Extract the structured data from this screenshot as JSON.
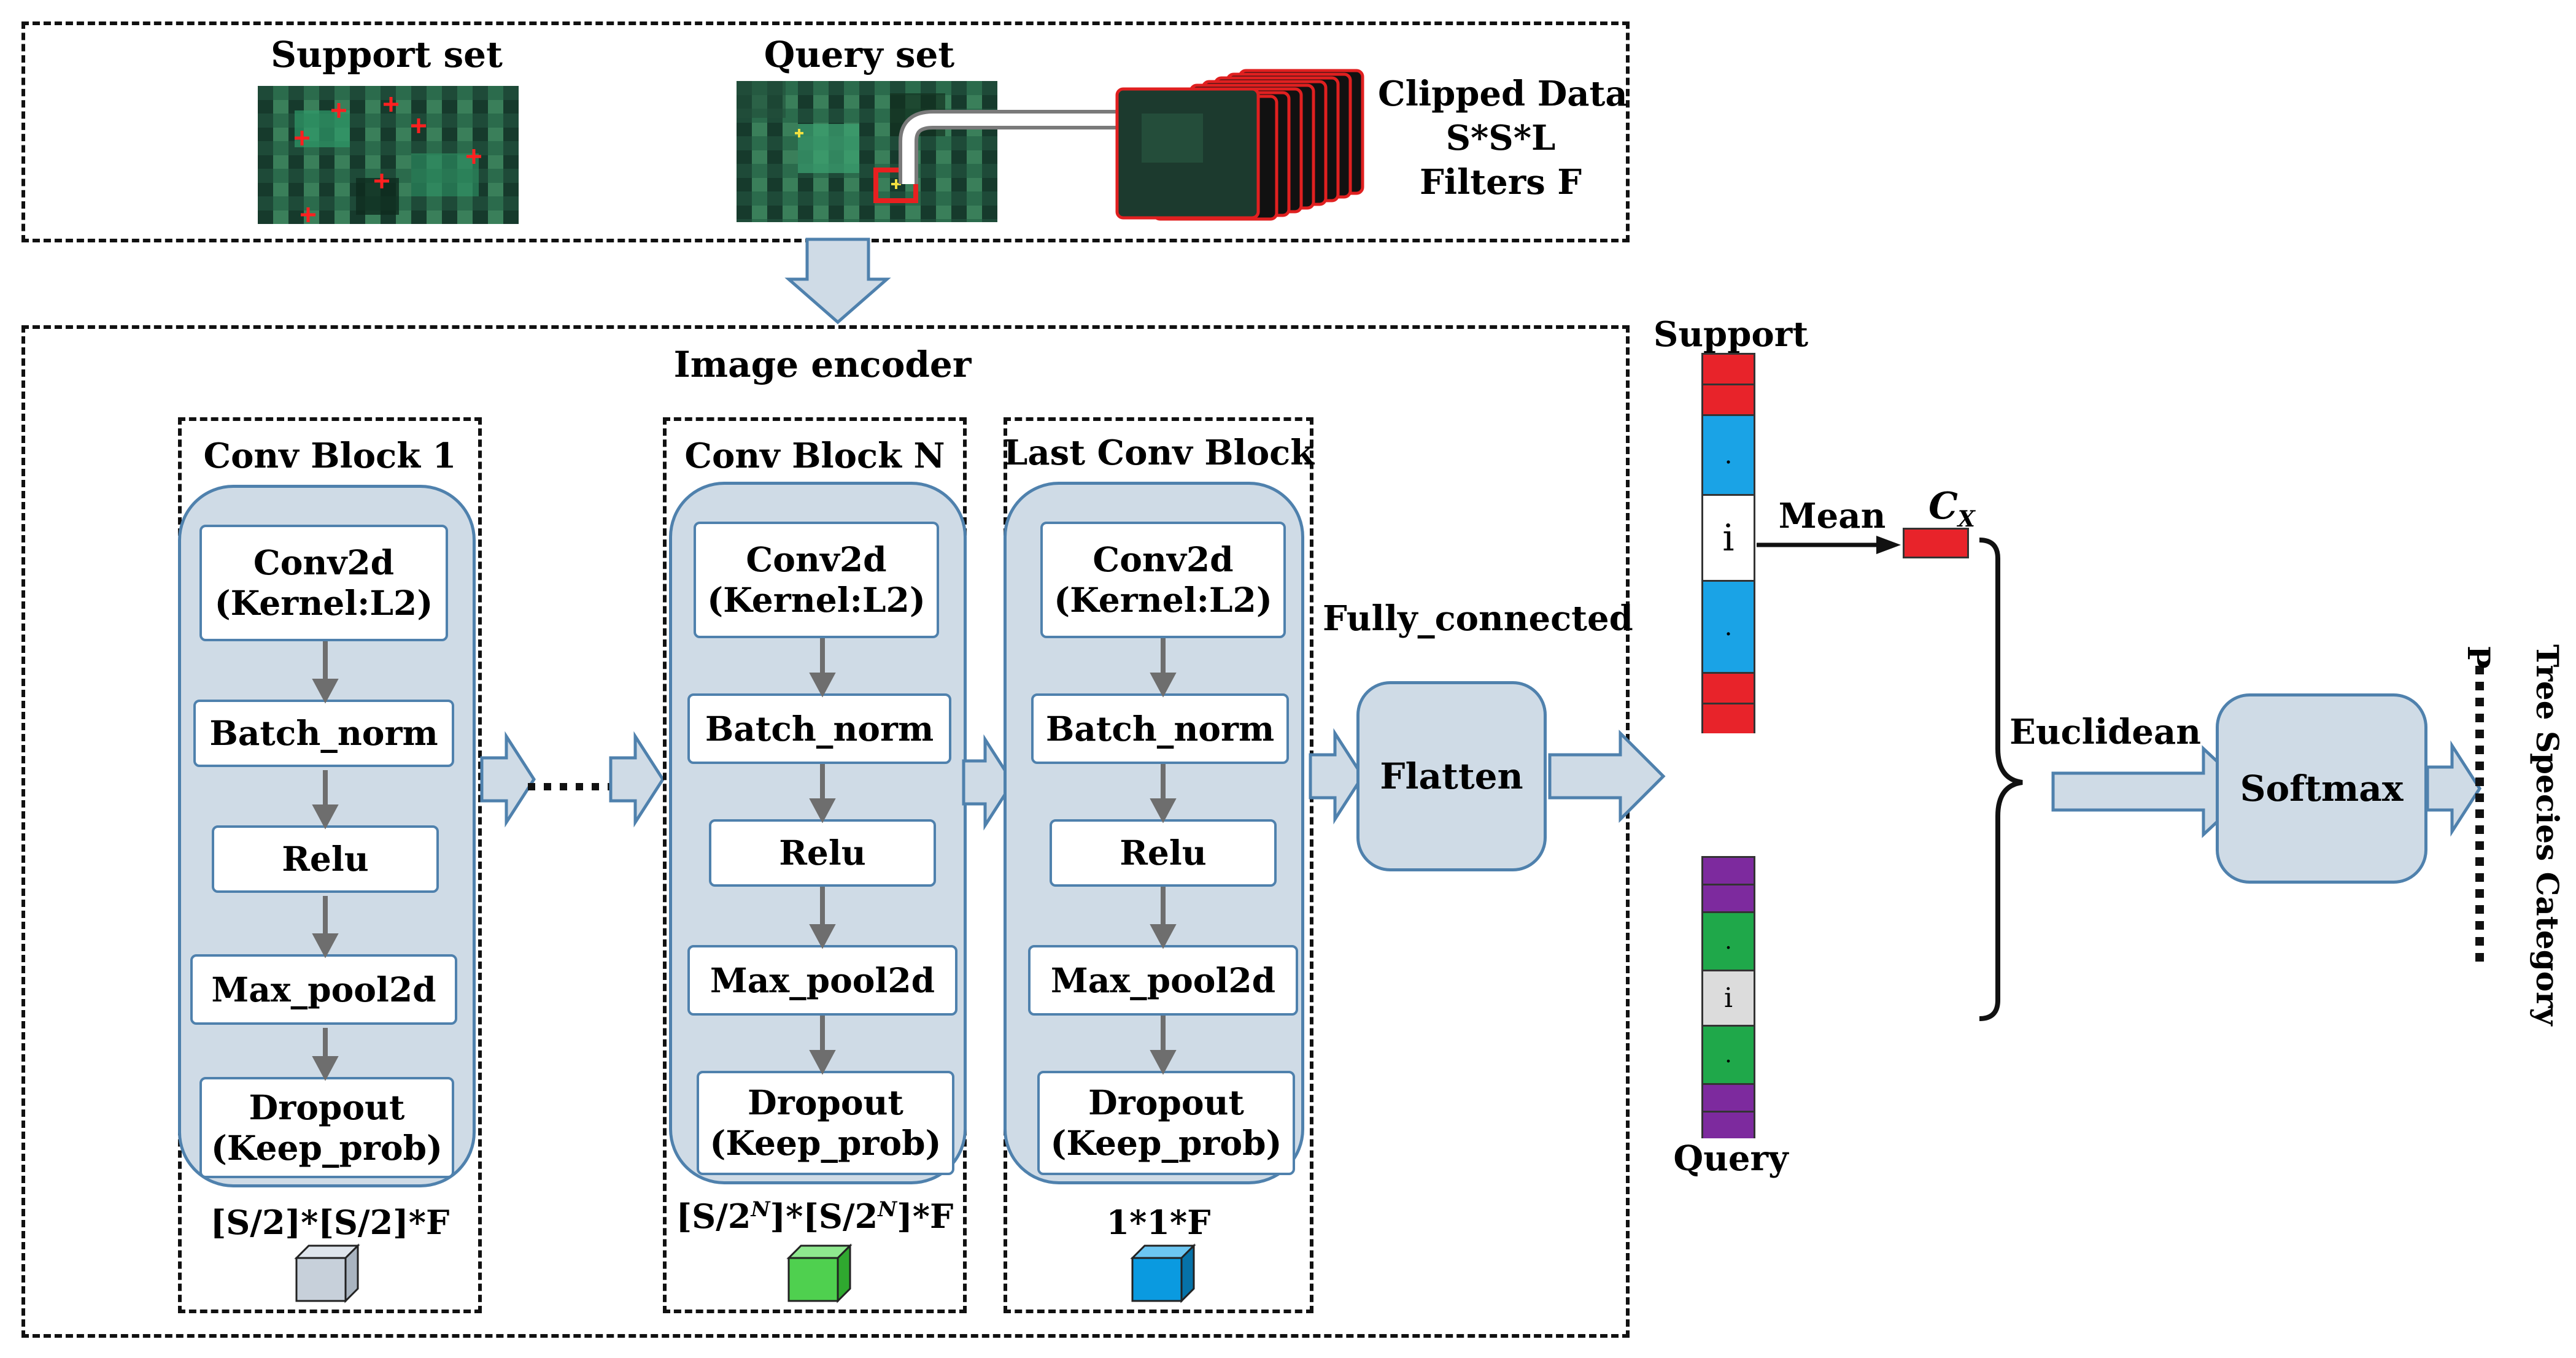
{
  "top_panel": {
    "support_set": "Support set",
    "query_set": "Query set",
    "clipped_data": [
      "Clipped Data",
      "S*S*L",
      "Filters  F"
    ]
  },
  "encoder": {
    "title": "Image encoder",
    "blocks": [
      {
        "title": "Conv Block 1",
        "ops": [
          "Conv2d",
          "(Kernel:L2)",
          "Batch_norm",
          "Relu",
          "Max_pool2d",
          "Dropout",
          "(Keep_prob)"
        ],
        "output_size": "[S/2]*[S/2]*F",
        "cube_color": "#c7d0da"
      },
      {
        "title": "Conv Block N",
        "ops": [
          "Conv2d",
          "(Kernel:L2)",
          "Batch_norm",
          "Relu",
          "Max_pool2d",
          "Dropout",
          "(Keep_prob)"
        ],
        "output_size_parts": [
          "[S/2",
          "N",
          "]*[S/2",
          "N",
          "]*F"
        ],
        "cube_color": "#4fd04f"
      },
      {
        "title": "Last Conv Block",
        "ops": [
          "Conv2d",
          "(Kernel:L2)",
          "Batch_norm",
          "Relu",
          "Max_pool2d",
          "Dropout",
          "(Keep_prob)"
        ],
        "output_size": "1*1*F",
        "cube_color": "#0a9ae0"
      }
    ],
    "fully_connected": "Fully_connected",
    "flatten": "Flatten"
  },
  "vectors": {
    "support_label": "Support",
    "query_label": "Query",
    "index_glyph": "i",
    "dot_glyph": ".",
    "support_colors": [
      "#e8232a",
      "#1aa3e6",
      "#ffffff"
    ],
    "query_colors": [
      "#7d2a9e",
      "#1fa84a",
      "#dcdcdc"
    ]
  },
  "right": {
    "mean": "Mean",
    "cx_main": "C",
    "cx_sub": "X",
    "euclidean": "Euclidean",
    "softmax": "Softmax",
    "p": "P",
    "tree_species": "Tree Species Category"
  },
  "colors": {
    "accent_fill": "#cfdbe6",
    "accent_border": "#4f81ad",
    "arrow_gray": "#6e6e6e"
  }
}
